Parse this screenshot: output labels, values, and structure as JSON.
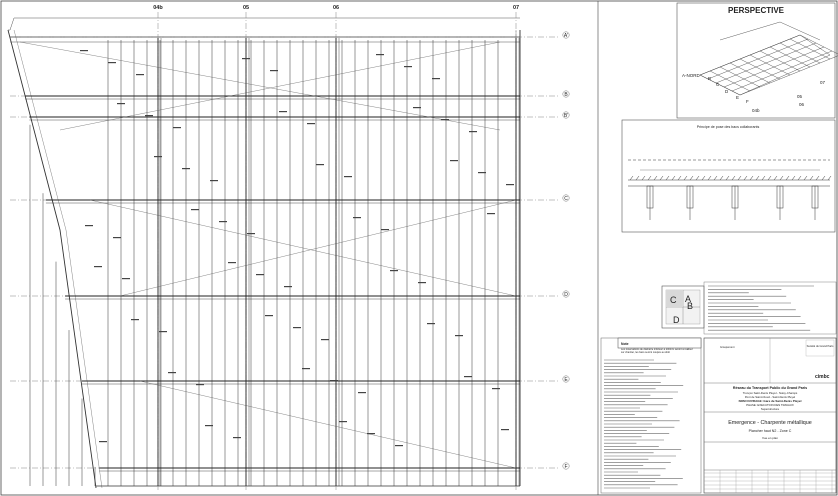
{
  "grid": {
    "columns": [
      "04b",
      "05",
      "06",
      "07"
    ],
    "rows": [
      "A'",
      "B",
      "B'",
      "C",
      "D",
      "E",
      "F"
    ]
  },
  "perspective": {
    "title": "PERSPECTIVE",
    "labels": [
      "A-NORD",
      "B",
      "C",
      "D",
      "E",
      "F",
      "04b",
      "05",
      "06",
      "07"
    ]
  },
  "section": {
    "title": "Principe de pose des bacs collaborants"
  },
  "keyplan": {
    "labels": [
      "A",
      "B",
      "C",
      "D"
    ]
  },
  "notes_box": {
    "title": "Note",
    "lines": [
      "Les réservations de diamètre inférieur à 200mm seront à réaliser",
      "sur chantier, les bacs seront coupés au droit"
    ]
  },
  "client": {
    "name": "Société du Grand Paris",
    "network": "Réseau du Transport Public du Grand Paris",
    "line": "Tronçon Saint-Denis Pleyel - Noisy-Champs",
    "lot": "Pont de Saint-Cloud - Saint-Denis Pleyel",
    "station": "NOM OUVRAGE: Gare de Saint-Denis Pleyel",
    "phase": "PHASE: EXECUTION DES TRAVAUX",
    "sub": "Superstructure",
    "logos": [
      "Groupement",
      "cimbc"
    ]
  },
  "drawing": {
    "title": "Emergence - Charpente métallique",
    "subtitle": "Plancher haut N2 - Zone C",
    "view": "Vue en plan"
  }
}
